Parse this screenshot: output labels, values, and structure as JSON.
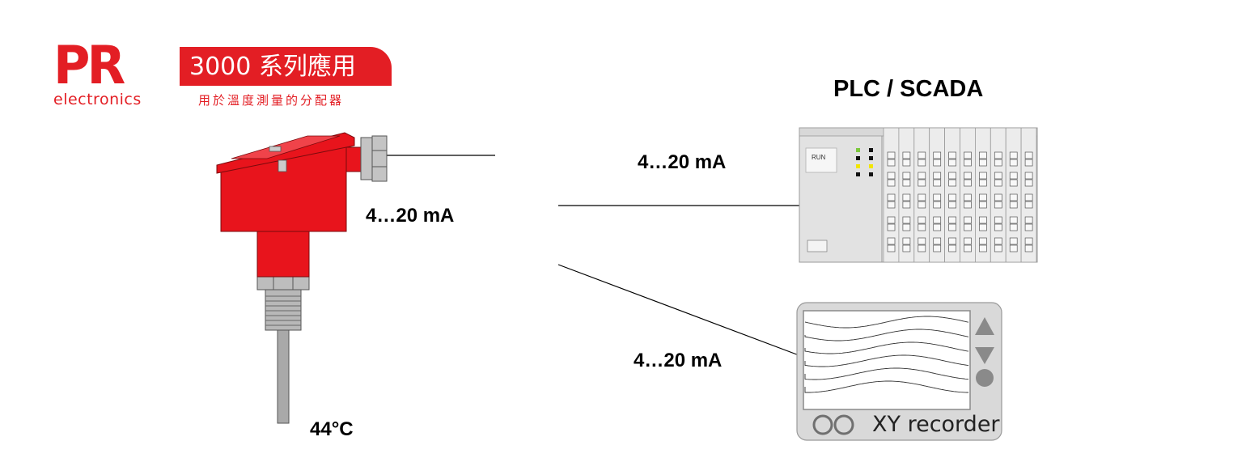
{
  "logo": {
    "brand": "PR",
    "sub": "electronics"
  },
  "series": {
    "title": "3000 系列應用",
    "subtitle": "用於溫度測量的分配器"
  },
  "labels": {
    "plc_title": "PLC / SCADA",
    "signal_plc": "4…20 mA",
    "signal_sensor": "4…20 mA",
    "signal_recorder": "4…20 mA",
    "temperature": "44°C"
  },
  "plc": {
    "run_label": "RUN"
  },
  "recorder": {
    "label": "XY recorder"
  },
  "colors": {
    "brand_red": "#e31e24",
    "sensor_red": "#e8141c",
    "led_green": "#7cc83c",
    "led_yellow": "#f2e600"
  }
}
